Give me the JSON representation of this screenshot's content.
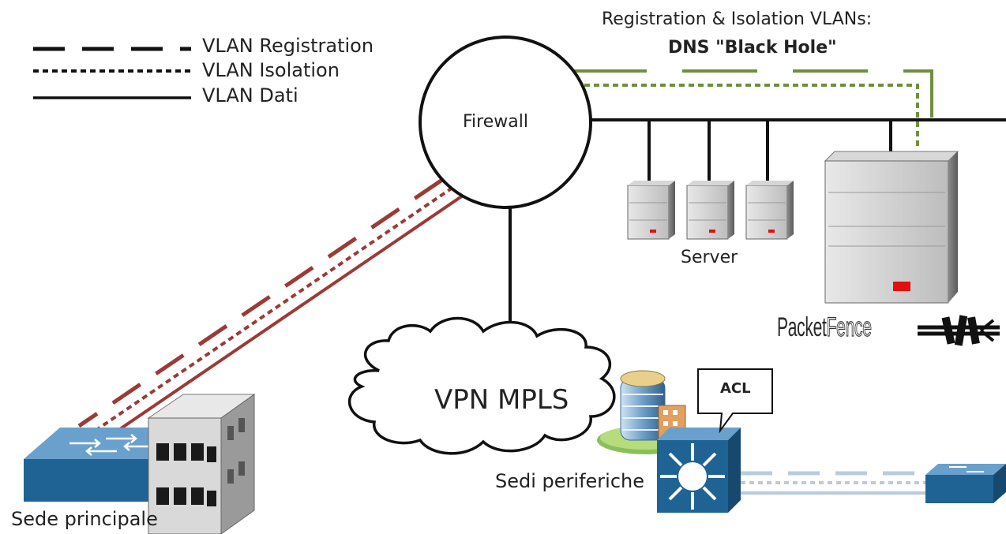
{
  "legend": {
    "registration": "VLAN Registration",
    "isolation": "VLAN Isolation",
    "data": "VLAN Dati"
  },
  "top_note": {
    "line1": "Registration & Isolation VLANs:",
    "line2": "DNS \"Black Hole\""
  },
  "nodes": {
    "firewall": "Firewall",
    "server": "Server",
    "vpn": "VPN MPLS",
    "branch_sites": "Sedi periferiche",
    "main_site": "Sede principale",
    "acl": "ACL"
  },
  "packetfence": {
    "part1": "Packet",
    "part2": "Fence"
  },
  "colors": {
    "registration_line": "#9b3a36",
    "isolation_line": "#9b3a36",
    "blackhole_green": "#6f8f3e",
    "switch_blue": "#1f6394",
    "remote_link": "#b8cbe0"
  }
}
